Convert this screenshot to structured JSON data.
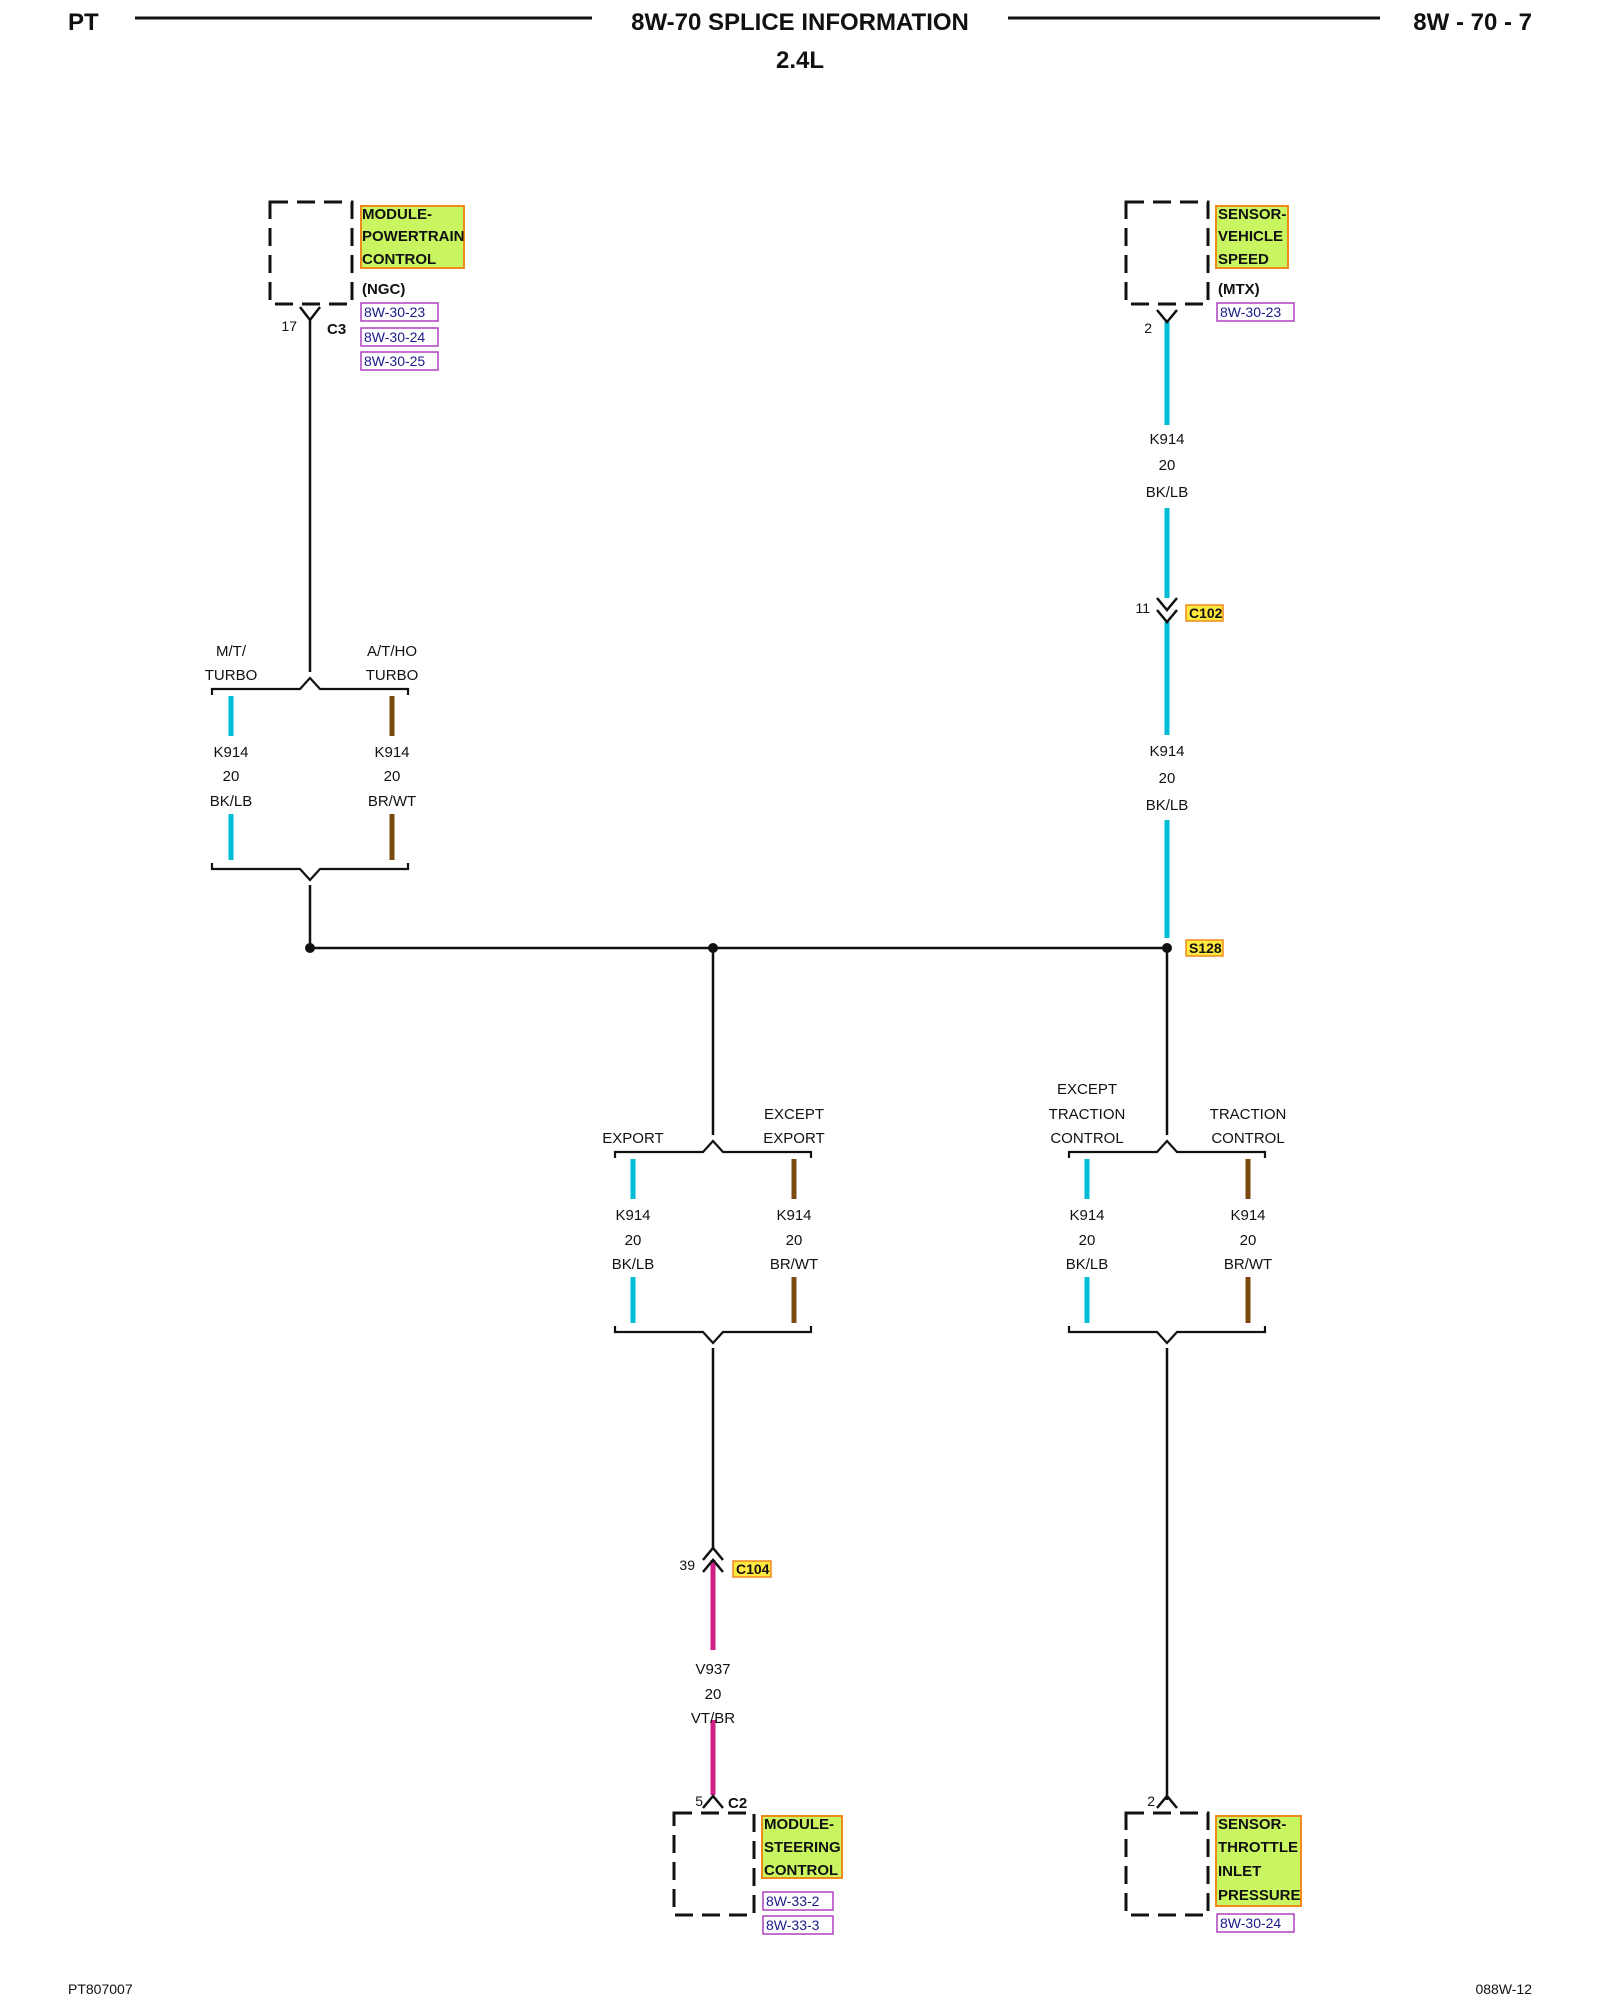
{
  "header": {
    "left": "PT",
    "title": "8W-70 SPLICE INFORMATION",
    "subtitle": "2.4L",
    "page": "8W - 70 - 7"
  },
  "colors": {
    "wire": "#111111",
    "bk_lb": "#00bcd4",
    "br_wt": "#7a4a10",
    "vt_br": "#d0208a",
    "label_fill": "#c8f560",
    "label_border": "#f08a1c",
    "ref_border": "#b040c0",
    "connector_fill": "#ffe840"
  },
  "components": {
    "pcm": {
      "lines": [
        "MODULE-",
        "POWERTRAIN",
        "CONTROL"
      ],
      "qualifier": "(NGC)",
      "refs": [
        "8W-30-23",
        "8W-30-24",
        "8W-30-25"
      ],
      "pin": "17",
      "connector": "C3"
    },
    "vss": {
      "lines": [
        "SENSOR-",
        "VEHICLE",
        "SPEED"
      ],
      "qualifier": "(MTX)",
      "refs": [
        "8W-30-23"
      ],
      "pin": "2"
    },
    "steering": {
      "lines": [
        "MODULE-",
        "STEERING",
        "CONTROL"
      ],
      "refs": [
        "8W-33-2",
        "8W-33-3"
      ],
      "pin": "5",
      "connector": "C2"
    },
    "throttle": {
      "lines": [
        "SENSOR-",
        "THROTTLE",
        "INLET",
        "PRESSURE"
      ],
      "refs": [
        "8W-30-24"
      ],
      "pin": "2"
    }
  },
  "connectors": {
    "c102": {
      "name": "C102",
      "pin": "11"
    },
    "c104": {
      "name": "C104",
      "pin": "39"
    }
  },
  "splice": {
    "name": "S128"
  },
  "wires": {
    "vss_upper": {
      "circuit": "K914",
      "gauge": "20",
      "color": "BK/LB"
    },
    "vss_lower": {
      "circuit": "K914",
      "gauge": "20",
      "color": "BK/LB"
    },
    "pcm_left": {
      "circuit": "K914",
      "gauge": "20",
      "color": "BK/LB"
    },
    "pcm_right": {
      "circuit": "K914",
      "gauge": "20",
      "color": "BR/WT"
    },
    "export_left": {
      "circuit": "K914",
      "gauge": "20",
      "color": "BK/LB"
    },
    "export_right": {
      "circuit": "K914",
      "gauge": "20",
      "color": "BR/WT"
    },
    "traction_left": {
      "circuit": "K914",
      "gauge": "20",
      "color": "BK/LB"
    },
    "traction_right": {
      "circuit": "K914",
      "gauge": "20",
      "color": "BR/WT"
    },
    "steering": {
      "circuit": "V937",
      "gauge": "20",
      "color": "VT/BR"
    }
  },
  "options": {
    "pcm_left": [
      "M/T/",
      "TURBO"
    ],
    "pcm_right": [
      "A/T/HO",
      "TURBO"
    ],
    "export_left": [
      "EXPORT"
    ],
    "export_right": [
      "EXCEPT",
      "EXPORT"
    ],
    "traction_left": [
      "EXCEPT",
      "TRACTION",
      "CONTROL"
    ],
    "traction_right": [
      "TRACTION",
      "CONTROL"
    ]
  },
  "footer": {
    "left": "PT807007",
    "right": "088W-12"
  }
}
